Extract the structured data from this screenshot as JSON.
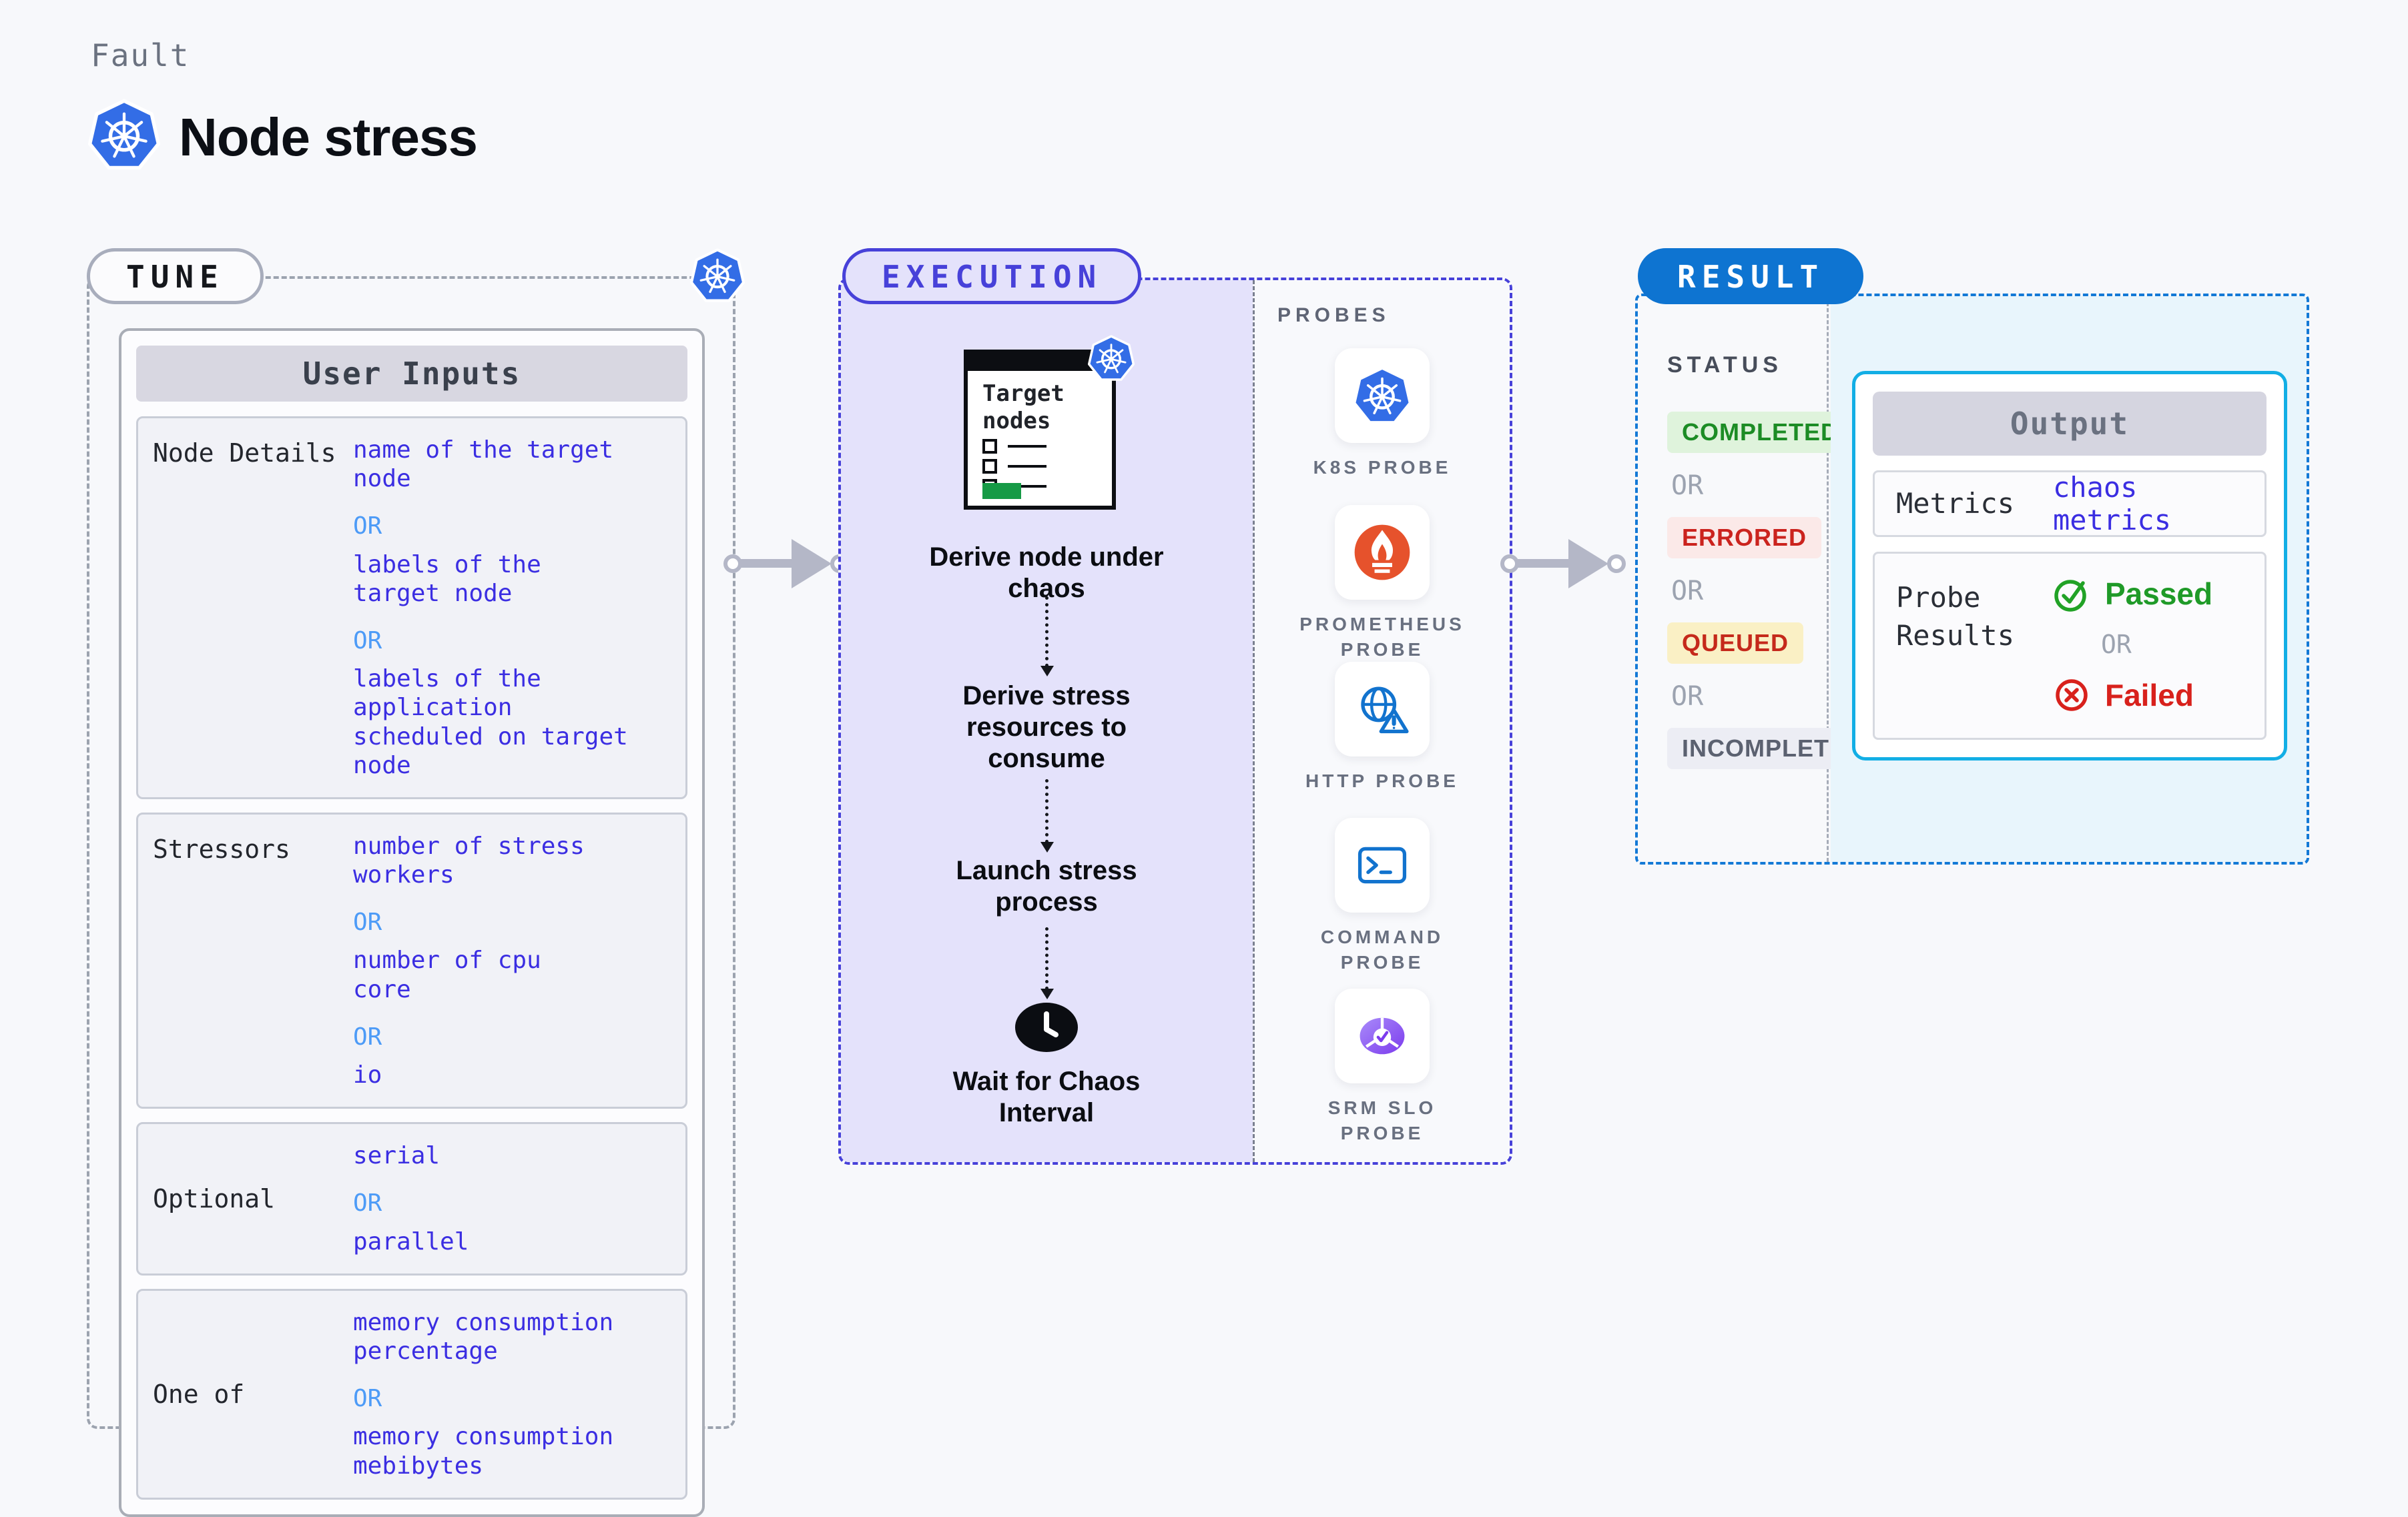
{
  "header": {
    "eyebrow": "Fault",
    "title": "Node stress"
  },
  "tune": {
    "badge": "TUNE",
    "table_header": "User Inputs",
    "rows": [
      {
        "label": "Node Details",
        "items": [
          "name of the target\nnode",
          "OR",
          "labels of the\ntarget node",
          "OR",
          "labels of the application\nscheduled on target node"
        ]
      },
      {
        "label": "Stressors",
        "items": [
          "number of stress\nworkers",
          "OR",
          "number of cpu\ncore",
          "OR",
          "io"
        ]
      },
      {
        "label": "Optional",
        "items": [
          "serial",
          "OR",
          "parallel"
        ]
      },
      {
        "label": "One of",
        "items": [
          "memory consumption\npercentage",
          "OR",
          "memory consumption\nmebibytes"
        ]
      }
    ]
  },
  "execution": {
    "badge": "EXECUTION",
    "clipboard_title": "Target nodes",
    "steps": [
      "Derive node under chaos",
      "Derive stress resources to consume",
      "Launch stress process",
      "Wait for Chaos Interval"
    ],
    "probes_label": "PROBES",
    "probes": [
      {
        "name": "K8S PROBE",
        "icon": "kubernetes-icon"
      },
      {
        "name": "PROMETHEUS PROBE",
        "icon": "prometheus-icon"
      },
      {
        "name": "HTTP PROBE",
        "icon": "http-globe-icon"
      },
      {
        "name": "COMMAND PROBE",
        "icon": "terminal-icon"
      },
      {
        "name": "SRM SLO PROBE",
        "icon": "slo-pie-icon"
      }
    ]
  },
  "result": {
    "badge": "RESULT",
    "status_label": "STATUS",
    "or_label": "OR",
    "statuses": [
      {
        "text": "COMPLETED",
        "bg": "#DFF3DC",
        "color": "#1C8C25"
      },
      {
        "text": "ERRORED",
        "bg": "#FBE9E8",
        "color": "#CB231E"
      },
      {
        "text": "QUEUED",
        "bg": "#FAF0C5",
        "color": "#C5291B"
      },
      {
        "text": "INCOMPLETED",
        "bg": "#ECEDF4",
        "color": "#5B6170"
      }
    ],
    "output": {
      "header": "Output",
      "metrics_label": "Metrics",
      "metrics_value": "chaos metrics",
      "probe_results_label": "Probe Results",
      "passed_label": "Passed",
      "or_label": "OR",
      "failed_label": "Failed"
    }
  },
  "colors": {
    "page_bg": "#F7F8FB",
    "accent_indigo": "#4741D9",
    "execution_bg": "#E4E2FB",
    "value_text": "#3B2EE2",
    "or_text": "#4D9BF7",
    "tune_dash": "#9CA3AF",
    "result_blue": "#0E74D1",
    "result_dash": "#1379D6",
    "output_border": "#12AEE5",
    "output_area_bg": "#E8F5FC",
    "passed_green": "#1F9A28",
    "failed_red": "#D8211C",
    "kubernetes_blue": "#336DE6",
    "prometheus_orange": "#E6522C",
    "probe_icon_blue": "#1273CE",
    "srm_purple": "#7C3BED",
    "clipboard_green": "#169A46",
    "arrow_gray": "#B4B7C7"
  }
}
